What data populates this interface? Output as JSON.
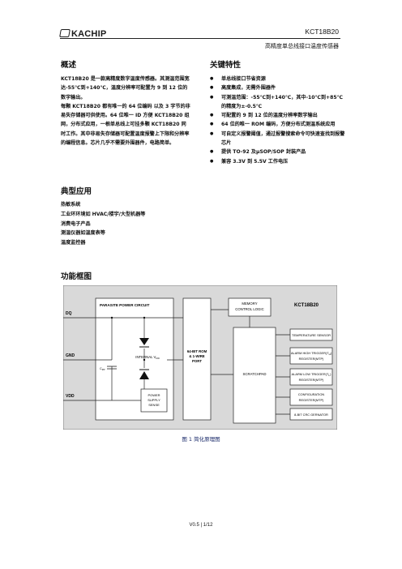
{
  "header": {
    "logo": "KACHIP",
    "part_number": "KCT18B20",
    "subtitle": "高精度单总线接口温度传感器"
  },
  "overview": {
    "title": "概述",
    "paragraphs": [
      "KCT18B20 是一款高精度数字温度传感器。其测温范围宽达-55℃到+140℃，温度分辨率可配置为 9 到 12 位的数字输出。",
      "每颗 KCT18B20 都有唯一的 64 位编码 以及 3 字节的非易失存储器可供使用。64 位唯一 ID 方便 KCT18B20 组网，分布式应用，一根单总线上可挂多颗 KCT18B20 同时工作。其中非易失存储器可配置温度报警上下限和分辨率的编程信息。芯片几乎不需要外围器件，电路简单。"
    ]
  },
  "features": {
    "title": "关键特性",
    "items": [
      "单总线接口节省资源",
      "高度集成，无需外围器件",
      "可测温范围：-55℃到+140℃，其中-10℃到+85℃的精度为±-0.5℃",
      "可配置的 9 到 12 位的温度分辨率数字输出",
      "64 位的唯一 ROM 编码，方便分布式测温系统应用",
      "可自定义报警阈值，通过报警搜索命令可快速查找到报警芯片",
      "提供 TO-92 及μSOP/SOP 封装产品",
      "兼容 3.3V 到 5.5V 工作电压"
    ]
  },
  "applications": {
    "title": "典型应用",
    "items": [
      "热敏系统",
      "工业环环境如 HVAC/楼宇/大型机器等",
      "消费电子产品",
      "测温仪器如温度表等",
      "温度监控器"
    ]
  },
  "block_diagram": {
    "title": "功能框图",
    "chip_label": "KCT18B20",
    "pins": [
      "DQ",
      "GND",
      "VDD"
    ],
    "parasite": "PARASITE POWER CIRCUIT",
    "internal_vdd": "INTERNAL V",
    "internal_vdd_sub": "DD",
    "cpp": "C",
    "cpp_sub": "PP",
    "power_sense": [
      "POWER",
      "SUPPLY",
      "SENSE"
    ],
    "rom": [
      "64-BIT ROM",
      "& 1-WIRE",
      "PORT"
    ],
    "memory_control": [
      "MEMORY",
      "CONTROL LOGIC"
    ],
    "scratchpad": "SCRATCHPAD",
    "registers": [
      [
        "TEMPERATURE SENSOR"
      ],
      [
        "ALARM HIGH TRIGGER(T",
        "REGISTER(MTP)"
      ],
      [
        "ALARM LOW TRIGGER(T",
        "REGISTER(MTP)"
      ],
      [
        "CONFIGURATION",
        "REGISTER(MTP)"
      ],
      [
        "8-BIT CRC GERNATOR"
      ]
    ],
    "th_sub": "H",
    "tl_sub": "L",
    "caption": "图 1  简化原理图"
  },
  "footer": {
    "page": "V0.5 | 1/12"
  }
}
